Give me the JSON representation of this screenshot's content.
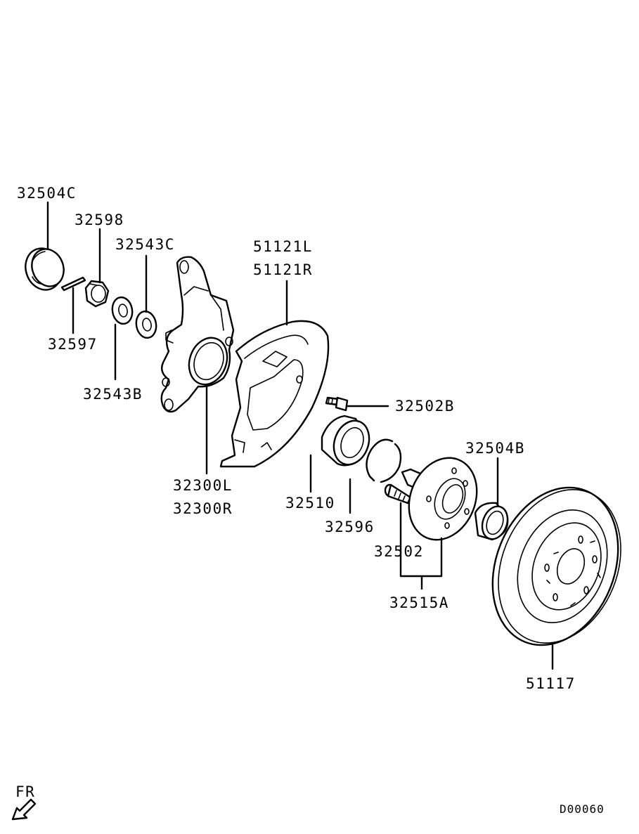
{
  "labels": {
    "p32504C": "32504C",
    "p32598": "32598",
    "p32543C": "32543C",
    "p51121L": "51121L",
    "p51121R": "51121R",
    "p32597": "32597",
    "p32543B": "32543B",
    "p32502B": "32502B",
    "p32300L": "32300L",
    "p32300R": "32300R",
    "p32510": "32510",
    "p32504B": "32504B",
    "p32596": "32596",
    "p32502": "32502",
    "p32515A": "32515A",
    "p51117": "51117"
  },
  "direction": "FR",
  "diagram_code": "D00060",
  "icons": {
    "front_direction": "arrow-front-icon"
  }
}
